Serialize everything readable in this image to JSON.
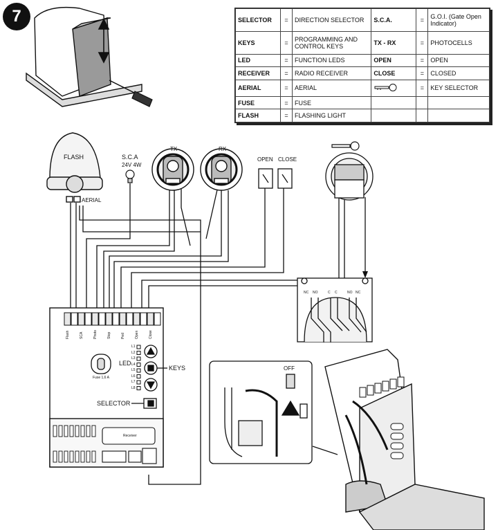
{
  "figure_number": "7",
  "legend": [
    {
      "left_key": "SELECTOR",
      "left_eq": "=",
      "left_value": "DIRECTION SELECTOR",
      "right_key": "S.C.A.",
      "right_eq": "=",
      "right_value": "G.O.I. (Gate Open Indicator)"
    },
    {
      "left_key": "KEYS",
      "left_eq": "=",
      "left_value": "PROGRAMMING AND CONTROL KEYS",
      "right_key": "TX - RX",
      "right_eq": "=",
      "right_value": "PHOTOCELLS"
    },
    {
      "left_key": "LED",
      "left_eq": "=",
      "left_value": "FUNCTION LEDS",
      "right_key": "OPEN",
      "right_eq": "=",
      "right_value": "OPEN"
    },
    {
      "left_key": "RECEIVER",
      "left_eq": "=",
      "left_value": "RADIO RECEIVER",
      "right_key": "CLOSE",
      "right_eq": "=",
      "right_value": "CLOSED"
    },
    {
      "left_key": "AERIAL",
      "left_eq": "=",
      "left_value": "AERIAL",
      "right_key": "",
      "right_icon": "key-icon",
      "right_eq": "=",
      "right_value": "KEY SELECTOR"
    },
    {
      "left_key": "FUSE",
      "left_eq": "=",
      "left_value": "FUSE",
      "right_key": "",
      "right_eq": "",
      "right_value": ""
    },
    {
      "left_key": "FLASH",
      "left_eq": "=",
      "left_value": "FLASHING LIGHT",
      "right_key": "",
      "right_eq": "",
      "right_value": ""
    }
  ],
  "labels": {
    "flash": "FLASH",
    "aerial": "AERIAL",
    "sca": "S.C.A",
    "sca_rating": "24V 4W",
    "tx": "TX",
    "rx": "RX",
    "open": "OPEN",
    "close": "CLOSE",
    "led": "LED",
    "keys": "KEYS",
    "selector": "SELECTOR",
    "fuse": "Fuse 1,6 A",
    "receiver": "Receiver",
    "off": "OFF",
    "terminal_labels": [
      "Flash",
      "SCA",
      "Photo",
      "Stop",
      "Ped",
      "Open",
      "Close"
    ],
    "led_labels": [
      "L1",
      "L2",
      "L3",
      "L4",
      "L5",
      "L6",
      "L7",
      "L8"
    ],
    "key_selector_contacts": [
      "NC",
      "NO",
      "C",
      "C",
      "NO",
      "NC"
    ]
  }
}
